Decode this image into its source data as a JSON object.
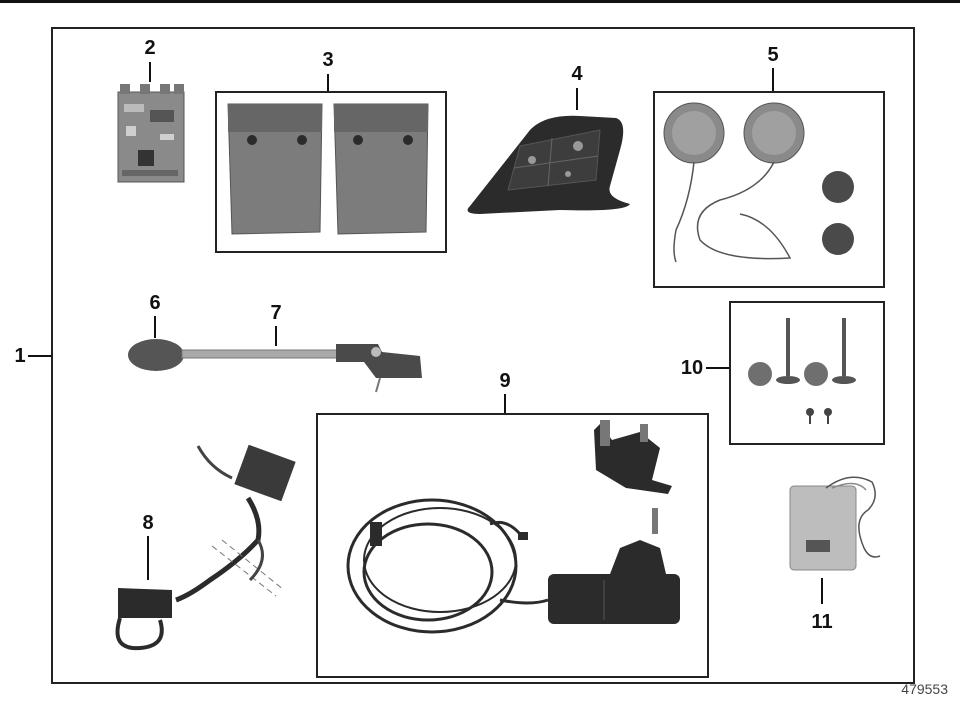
{
  "callouts": {
    "c1": "1",
    "c2": "2",
    "c3": "3",
    "c4": "4",
    "c5": "5",
    "c6": "6",
    "c7": "7",
    "c8": "8",
    "c9": "9",
    "c10": "10",
    "c11": "11"
  },
  "figure_number": "479553",
  "colors": {
    "line": "#111111",
    "part_dark": "#2b2b2b",
    "part_mid": "#6f6f6f",
    "part_light": "#a9a9a9",
    "pouch": "#7c7c7c"
  }
}
